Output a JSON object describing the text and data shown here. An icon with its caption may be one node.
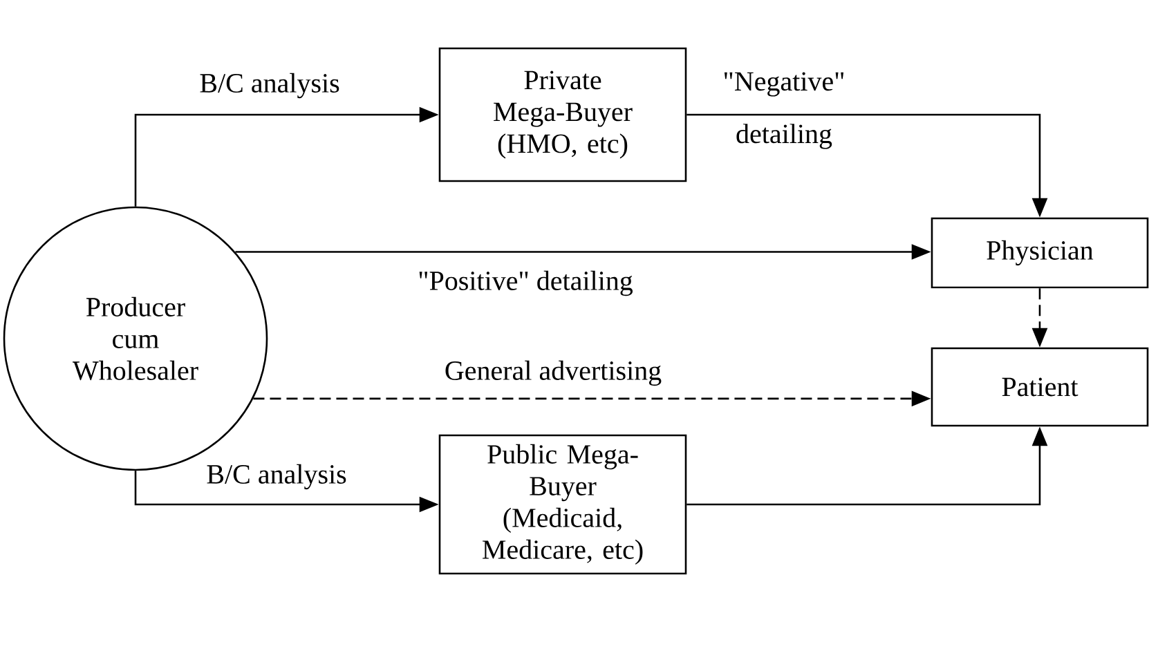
{
  "diagram": {
    "nodes": [
      {
        "text": [
          "Producer cum Wholesaler"
        ]
      },
      {
        "text": [
          "Private Mega-Buyer (HMO, etc)"
        ]
      },
      {
        "text": [
          "Physician"
        ]
      },
      {
        "text": [
          "Patient"
        ]
      },
      {
        "text": [
          "Public Mega-Buyer (Medicaid, Medicare, etc)"
        ]
      }
    ],
    "edges": [
      {
        "from": 0,
        "to": 1,
        "arrow": "to",
        "label": "B/C analysis"
      },
      {
        "from": 1,
        "to": 2,
        "arrow": "to",
        "label": "\"Negative\" detailing"
      },
      {
        "from": 0,
        "to": 2,
        "arrow": "to",
        "label": "\"Positive\" detailing"
      },
      {
        "from": 2,
        "to": 3,
        "arrow": "to",
        "style": "dashed"
      },
      {
        "from": 0,
        "to": 3,
        "arrow": "to",
        "style": "dashed",
        "label": "General advertising"
      },
      {
        "from": 0,
        "to": 4,
        "arrow": "to",
        "label": "B/C analysis"
      },
      {
        "from": 4,
        "to": 3,
        "arrow": "to"
      }
    ]
  }
}
